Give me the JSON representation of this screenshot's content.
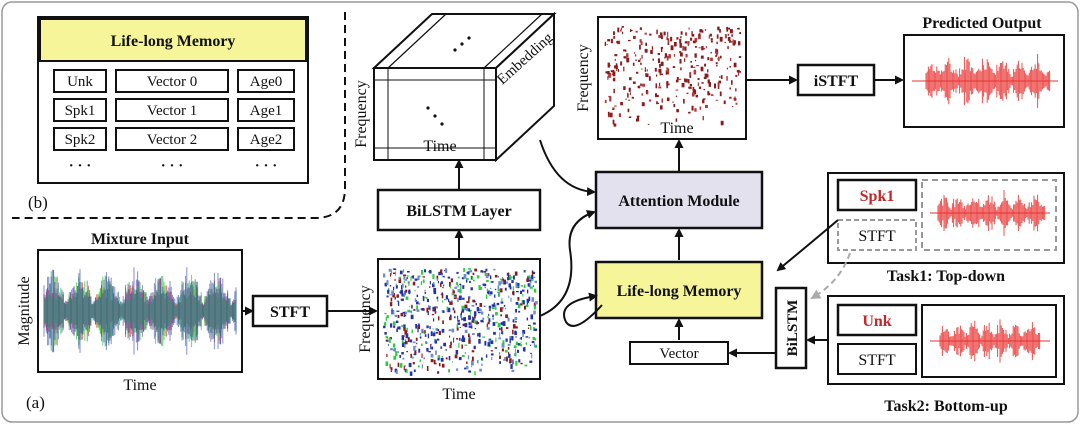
{
  "panel_labels": {
    "a": "(a)",
    "b": "(b)"
  },
  "memory_table": {
    "title": "Life-long Memory",
    "rows": [
      [
        "Unk",
        "Vector 0",
        "Age0"
      ],
      [
        "Spk1",
        "Vector 1",
        "Age1"
      ],
      [
        "Spk2",
        "Vector 2",
        "Age2"
      ]
    ],
    "ellipsis": "· · ·"
  },
  "mixture": {
    "title": "Mixture Input",
    "ylabel": "Magnitude",
    "xlabel": "Time"
  },
  "stft_box": "STFT",
  "spectrogram_main": {
    "ylabel": "Frequency",
    "xlabel": "Time"
  },
  "bilstm_layer": "BiLSTM Layer",
  "embedding_cube": {
    "ylabel": "Frequency",
    "xlabel": "Time",
    "depth_label": "Embedding"
  },
  "attention_module": "Attention Module",
  "output_spec": {
    "ylabel": "Frequency",
    "xlabel": "Time"
  },
  "istft_box": "iSTFT",
  "predicted_output": {
    "title": "Predicted Output"
  },
  "lifelong_memory_box": "Life-long Memory",
  "vector_box": "Vector",
  "bilstm_vertical": "BiLSTM",
  "task1": {
    "speaker": "Spk1",
    "stft": "STFT",
    "label": "Task1: Top-down"
  },
  "task2": {
    "speaker": "Unk",
    "stft": "STFT",
    "label": "Task2: Bottom-up"
  },
  "colors": {
    "memory_fill": "#f7f59a",
    "attention_fill": "#e4e1ee",
    "speaker_red": "#c0282a",
    "wave_red": "#e8312f",
    "wave_green": "#2ecc40",
    "wave_blue": "#2233aa",
    "spec_dark_red": "#8b1a1a"
  }
}
